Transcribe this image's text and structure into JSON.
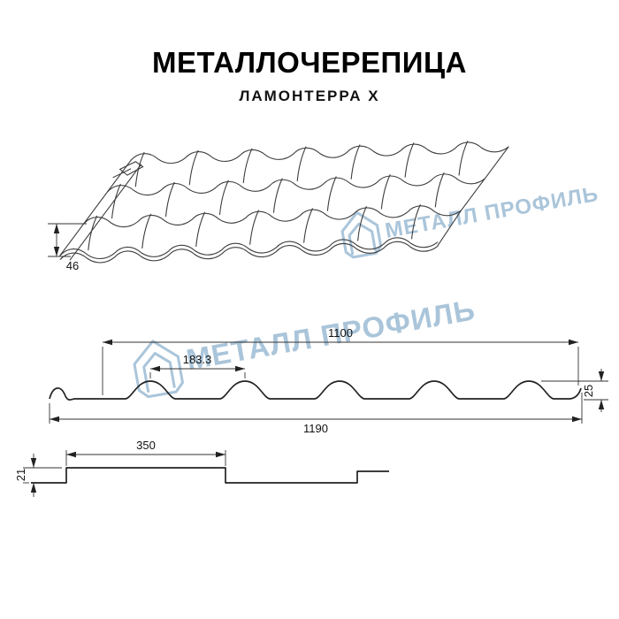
{
  "header": {
    "title": "МЕТАЛЛОЧЕРЕПИЦА",
    "subtitle": "ЛАМОНТЕРРА X"
  },
  "watermark": {
    "text": "МЕТАЛЛ ПРОФИЛЬ",
    "color": "#aac5da"
  },
  "drawings": {
    "perspective": {
      "height_dim": "46"
    },
    "cross_section": {
      "cover_width": "1100",
      "module_width": "183.3",
      "wave_height": "25",
      "full_width": "1190"
    },
    "step_profile": {
      "module_length": "350",
      "step_height": "21"
    }
  }
}
